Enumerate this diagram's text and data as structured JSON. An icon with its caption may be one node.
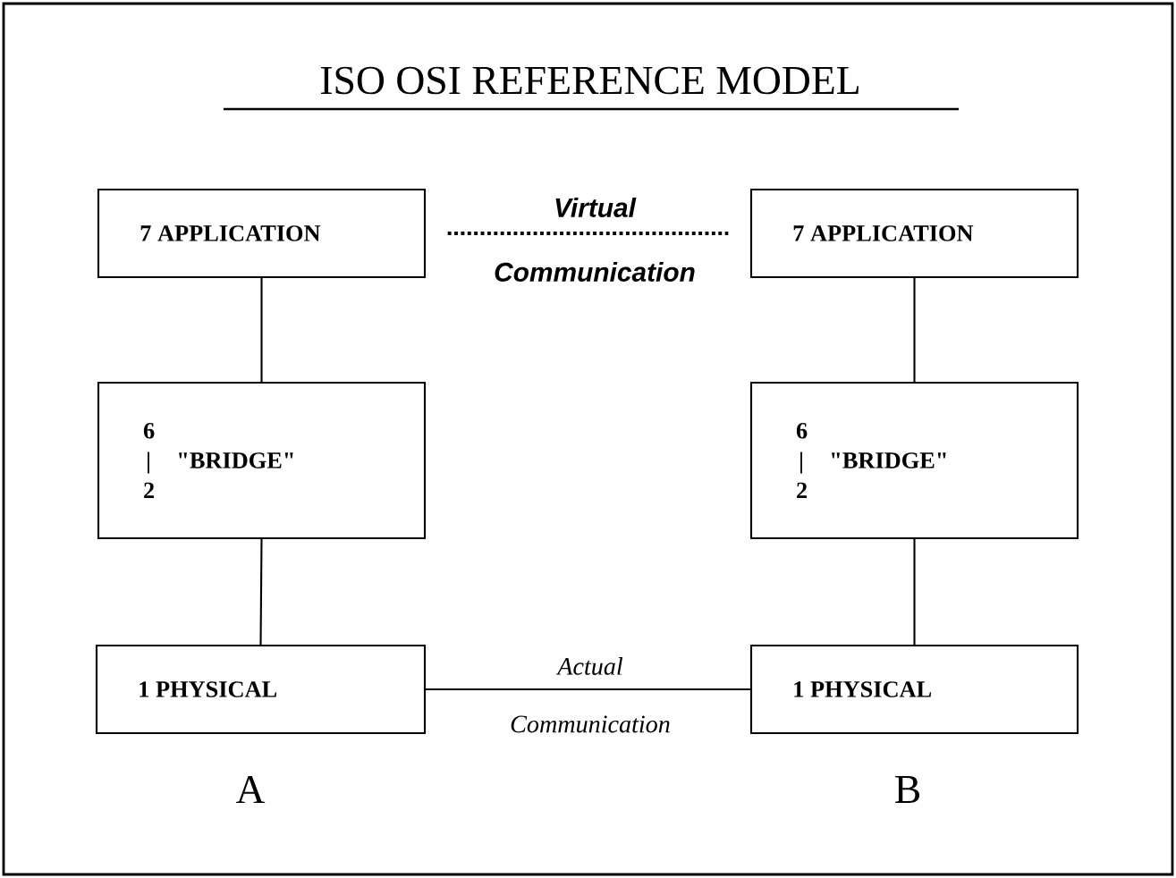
{
  "diagram": {
    "title": "ISO OSI REFERENCE MODEL",
    "nodes": [
      {
        "text": [
          "7 APPLICATION"
        ]
      },
      {
        "text": [
          "6 | 2",
          "\"BRIDGE\""
        ]
      },
      {
        "text": [
          "1 PHYSICAL"
        ]
      },
      {
        "text": [
          "7 APPLICATION"
        ]
      },
      {
        "text": [
          "6 | 2",
          "\"BRIDGE\""
        ]
      },
      {
        "text": [
          "1 PHYSICAL"
        ]
      }
    ],
    "edges": [
      {
        "from": 0,
        "to": 1,
        "arrow": "none"
      },
      {
        "from": 1,
        "to": 2,
        "arrow": "none"
      },
      {
        "from": 3,
        "to": 4,
        "arrow": "none"
      },
      {
        "from": 4,
        "to": 5,
        "arrow": "none"
      },
      {
        "from": 0,
        "to": 3,
        "arrow": "none",
        "style": "dashed"
      },
      {
        "from": 2,
        "to": 5,
        "arrow": "none"
      }
    ],
    "labels": [
      "Virtual",
      "Communication",
      "Actual",
      "Communication",
      "A",
      "B"
    ]
  }
}
